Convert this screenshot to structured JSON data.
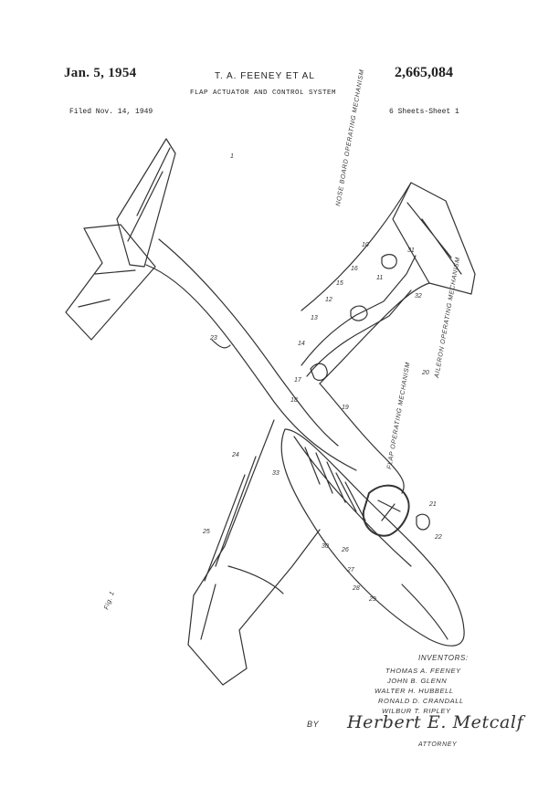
{
  "header": {
    "date": "Jan. 5, 1954",
    "names": "T. A. FEENEY ET AL",
    "patent_number": "2,665,084",
    "title": "FLAP ACTUATOR AND CONTROL SYSTEM",
    "filed": "Filed Nov. 14, 1949",
    "sheets": "6 Sheets-Sheet 1"
  },
  "figure": {
    "label": "Fig. 1",
    "top_mark": "1",
    "callouts": {
      "nose_board": "NOSE BOARD OPERATING MECHANISM",
      "aileron": "AILERON OPERATING MECHANISM",
      "flap": "FLAP OPERATING MECHANISM"
    },
    "reference_numbers": [
      "10",
      "11",
      "12",
      "13",
      "14",
      "15",
      "16",
      "17",
      "18",
      "19",
      "20",
      "21",
      "22",
      "23",
      "24",
      "25",
      "26",
      "27",
      "28",
      "29",
      "30",
      "31",
      "32",
      "33"
    ]
  },
  "inventors": {
    "label": "INVENTORS:",
    "names": [
      "THOMAS A. FEENEY",
      "JOHN B. GLENN",
      "WALTER H. HUBBELL",
      "RONALD D. CRANDALL",
      "WILBUR T. RIPLEY"
    ]
  },
  "attorney": {
    "by": "BY",
    "signature": "Herbert E. Metcalf",
    "label": "ATTORNEY"
  }
}
